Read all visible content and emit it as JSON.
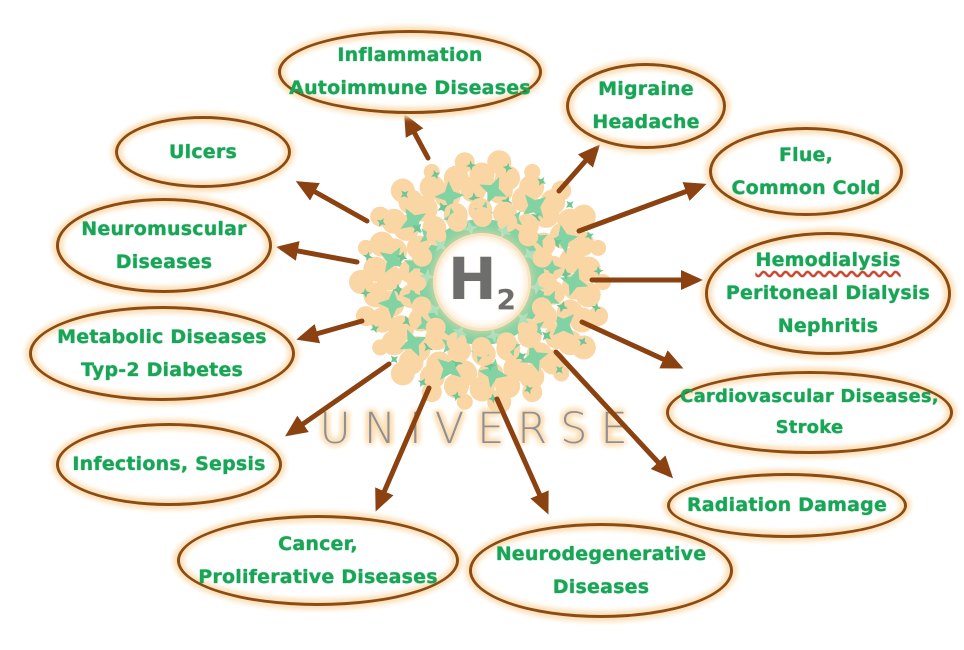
{
  "center": {
    "molecule_label": "H",
    "molecule_subscript": "2",
    "universe_label": "UNIVERSE"
  },
  "colors": {
    "node_border": "#8e4b10",
    "node_glow": "#fbe0ba",
    "text_green": "#17a556",
    "arrow_brown": "#8b4210",
    "mandala_peach": "#f9d6a4",
    "mandala_mint": "#82d3a4",
    "mandala_mint_dark": "#6cc795",
    "universe_gray": "#8f9095",
    "h2_gray": "#6e6e6e",
    "spellcheck_red": "#e23b2c"
  },
  "nodes": [
    {
      "id": "inflammation",
      "lines": [
        "Inflammation",
        "Autoimmune Diseases"
      ]
    },
    {
      "id": "migraine",
      "lines": [
        "Migraine",
        "Headache"
      ]
    },
    {
      "id": "flue",
      "lines": [
        "Flue,",
        "Common Cold"
      ]
    },
    {
      "id": "hemodialysis",
      "lines": [
        "Hemodialysis",
        "Peritoneal Dialysis",
        "Nephritis"
      ]
    },
    {
      "id": "cardiovascular",
      "lines": [
        "Cardiovascular Diseases,",
        "Stroke"
      ]
    },
    {
      "id": "radiation",
      "lines": [
        "Radiation Damage"
      ]
    },
    {
      "id": "neurodegenerative",
      "lines": [
        "Neurodegenerative",
        "Diseases"
      ]
    },
    {
      "id": "cancer",
      "lines": [
        "Cancer,",
        "Proliferative Diseases"
      ]
    },
    {
      "id": "infections",
      "lines": [
        "Infections, Sepsis"
      ]
    },
    {
      "id": "metabolic",
      "lines": [
        "Metabolic Diseases",
        "Typ-2 Diabetes"
      ]
    },
    {
      "id": "neuromuscular",
      "lines": [
        "Neuromuscular",
        "Diseases"
      ]
    },
    {
      "id": "ulcers",
      "lines": [
        "Ulcers"
      ]
    }
  ]
}
